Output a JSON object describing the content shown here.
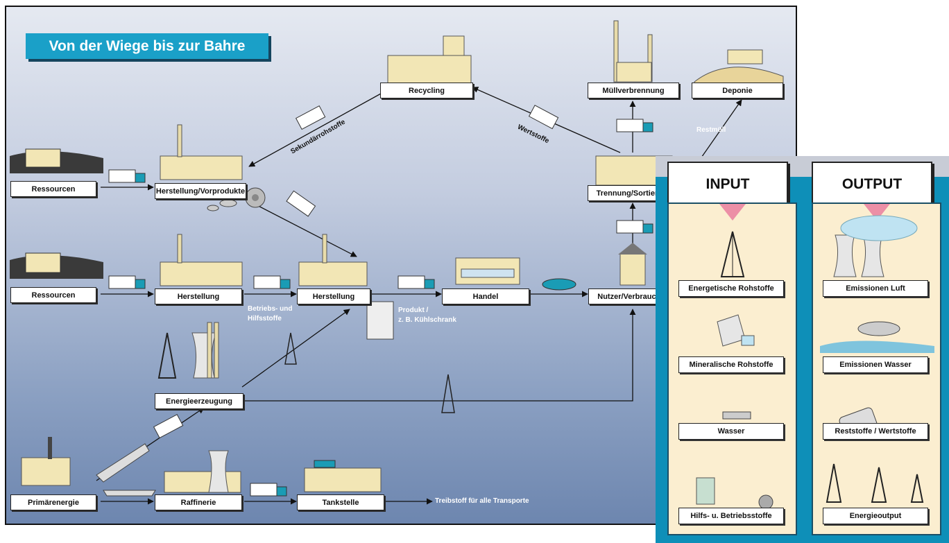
{
  "title": "Von der Wiege bis zur Bahre",
  "nodes": {
    "ressourcen_1": "Ressourcen",
    "herstellung_vorprodukte": "Herstellung/Vorprodukte",
    "recycling": "Recycling",
    "muellverbrennung": "Müllverbrennung",
    "deponie": "Deponie",
    "trennung": "Trennung/Sortierung",
    "ressourcen_2": "Ressourcen",
    "herstellung_1": "Herstellung",
    "herstellung_2": "Herstellung",
    "handel": "Handel",
    "nutzer": "Nutzer/Verbraucher",
    "energieerzeugung": "Energieerzeugung",
    "primaerenergie": "Primärenergie",
    "raffinerie": "Raffinerie",
    "tankstelle": "Tankstelle"
  },
  "flow_labels": {
    "sekundaer": "Sekundärrohstoffe",
    "wertstoffe": "Wertstoffe",
    "restmuell": "Restmüll",
    "betriebs_1": "Betriebs- und",
    "betriebs_2": "Hilfsstoffe",
    "produkt_1": "Produkt /",
    "produkt_2": "z. B. Kühlschrank",
    "treibstoff": "Treibstoff für alle Transporte"
  },
  "panel": {
    "input_header": "INPUT",
    "output_header": "OUTPUT",
    "input_items": [
      "Energetische Rohstoffe",
      "Mineralische Rohstoffe",
      "Wasser",
      "Hilfs- u. Betriebsstoffe"
    ],
    "output_items": [
      "Emissionen Luft",
      "Emissionen Wasser",
      "Reststoffe / Wertstoffe",
      "Energieoutput"
    ]
  },
  "colors": {
    "title_bg": "#1aa0c8",
    "panel_bg": "#0e8fb8",
    "panel_column": "#fbeed0",
    "marker": "#ec8fa6",
    "truck": "#1a9cb5"
  }
}
